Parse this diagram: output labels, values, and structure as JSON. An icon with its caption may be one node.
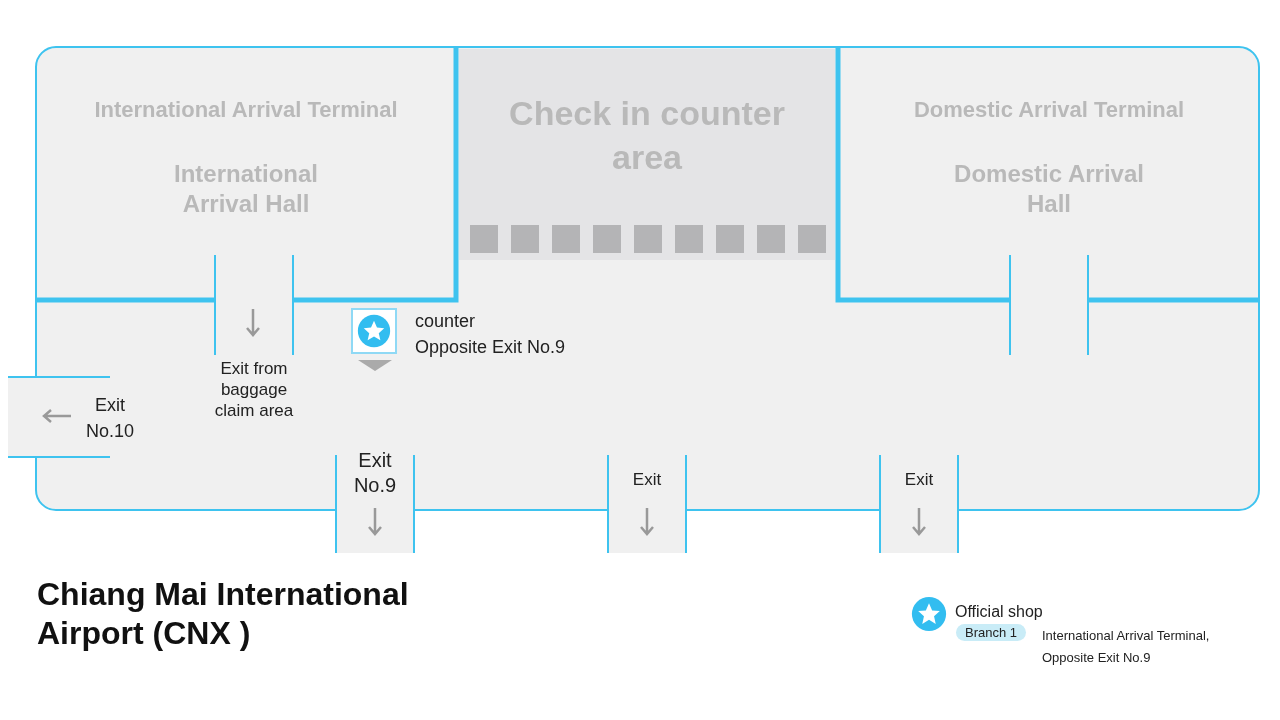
{
  "diagram": {
    "title": "Chiang Mai International Airport (CNX )",
    "nodes": [
      {
        "text": [
          "International Arrival Terminal",
          "International Arrival Hall"
        ]
      },
      {
        "text": [
          "Check in counter area"
        ]
      },
      {
        "text": [
          "Domestic Arrival Terminal",
          "Domestic Arrival Hall"
        ]
      }
    ],
    "labels": [
      "Exit from baggage claim area",
      "counter",
      "Opposite Exit No.9",
      "Exit No.10",
      "Exit No.9",
      "Exit",
      "Exit",
      "Branch 1",
      "International Arrival Terminal, Opposite Exit No.9"
    ],
    "legend": [
      {
        "text": "Official shop"
      }
    ]
  }
}
